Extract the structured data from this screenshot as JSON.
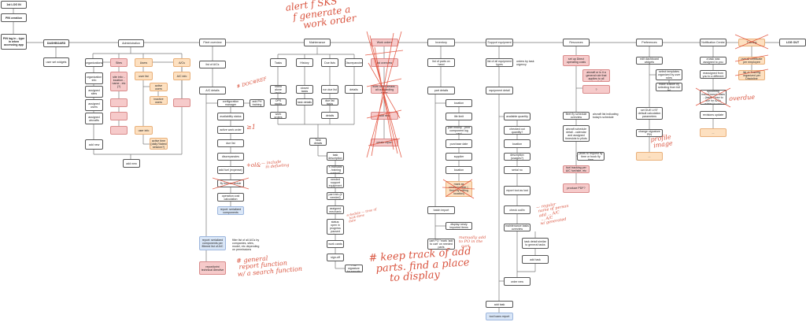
{
  "nodes": {
    "login1": "1st LOG IN",
    "pin_creation": "PIN creation",
    "pin_login": "PIN log in - type in when accessing app",
    "dashboard": "DASHBOARD",
    "user_widgets": "user set widgets",
    "administration": "Administration",
    "organizations": "organizations",
    "org_info": "organization info",
    "assigned_sites": "assigned sites",
    "assigned_users": "assigned users",
    "assigned_aircrafts": "assigned aircrafts",
    "org_add_new": "add new",
    "sites": "Sites",
    "site_info": "site info: - location - name - etc (?)",
    "site_blank1": "",
    "site_blank2": "",
    "site_blank3": "",
    "users": "Users",
    "user_list": "user list",
    "active_users": "active users",
    "inactive_users": "inactive users",
    "user_info": "user info",
    "active_time": "active time (daily?/latest session?)",
    "acs": "A/Cs",
    "ac_info": "A/C info",
    "ac_blank": "",
    "admin_add_new": "add new",
    "fleet_overview": "Fleet overview",
    "list_acs": "list of A/Cs",
    "ac_details": "A/C details",
    "config_manager": "configuration manager",
    "add_ph_training": "add PH training",
    "availability_status": "availability status",
    "active_work_order": "active work order",
    "due_list": "due list",
    "discrepancies_f": "discrepancies",
    "add_fuel": "add fuel (expense)",
    "fly_time_schedule": "fly time schedule",
    "operation_cost": "operation cost calculation",
    "report_serialized": "report: serialized components",
    "report_serialized_filtered": "report: serialized components per filtered list of A/C",
    "filter_note": "filter list of all A/Cs by companies, sites, model, etc depending on permissions",
    "report_td": "report/print technical directive",
    "maintenance": "Maintenance",
    "tasks": "Tasks",
    "history": "History",
    "due_lists": "Due lists",
    "discrepancies_m": "Discrepancies",
    "stand_alone_tasks": "stand alone tasks",
    "ops_packs": "OPS packs",
    "work_orders_sub": "work orders",
    "closed_tasks": "closed tasks",
    "task_details_h": "task details",
    "run_due_list": "run due list",
    "due_list_tasks": "due list tasks",
    "due_details": "details",
    "disc_details": "details",
    "task_details": "Task details",
    "task_description": "task description",
    "e_manuals": "e-manuals - training material",
    "support_equipment_needed": "needed support equipment",
    "part_info": "part info (if needed)",
    "assigned_mechanic": "assigned mechanic",
    "task_status": "task status: open in progress paused close",
    "work_cards": "work cards",
    "sign_off": "sign-off",
    "pin_signature": "PIN signature for security",
    "work_orders": "Work orders",
    "wo_list": "list overview",
    "wo_details": "work order details - all outstanding tasks",
    "wo_add_new": "add new",
    "wo_create_report": "create report",
    "inventory": "Inventory",
    "parts_on_hand": "list of parts on hand",
    "part_details": "part details",
    "inv_location": "location",
    "life_limit": "life limit",
    "part_history": "part history - print component log card",
    "purchase_date": "purchase date",
    "supplier": "supplier",
    "inv_location2": "location",
    "mark_unserviceable": "mark as unserviceable (- fixed by editing location)",
    "batch_import": "batch import",
    "display_imported": "display newly imported items",
    "cart_po": "cart PO \"mark 'add to cart' on needed parts",
    "support_equipment": "Support equipment",
    "equipment_types": "list of all equipment types",
    "orders_by_urgency": "orders by task urgency",
    "equipment_detail": "equipment detail",
    "available_quantity": "available quantity",
    "checked_out_quantity": "checked out quantity?",
    "se_location": "location",
    "se_description": "description (usages?)",
    "serial_no": "serial no",
    "report_tool_lost": "report tool as lost",
    "check_out_in": "check out/in",
    "maintenance_tasks_overview": "maintenance tasks overview",
    "task_detail_similar": "task detail similar to general tasks",
    "se_add_task": "add task",
    "order_new": "order new",
    "se_add_task2": "add task",
    "tool_loans_report": "tool loans report",
    "resources": "Resources",
    "direct_operating_costs": "set up Direct operating costs",
    "per_aircraft_question": "is this set per aircraft or is it a general rule that applies to all aircrafts?",
    "question_mark": "?",
    "fleet_fly_schedule": "fleet fly schedule overview",
    "aircraft_list_note": "aircraft list indicating today's schedule",
    "aircraft_schedule_detail": "aircraft schedule detail - calendar and assigned timeslots to pilots",
    "pilots_request": "pilots to request fly time or book fly time",
    "fuel_tracking": "fuel tracking per A/C fuel/site, etc",
    "produce_pdf": "produce PDF?",
    "preferences": "Preferences",
    "edit_dashboard_widgets": "edit dashboard widgets",
    "select_templates": "select templates organized by user roles",
    "make_custom": "make custom by selecting from full list",
    "due_list_params": "set DUE LIST default calculation parameters",
    "change_pin": "change signature PIN",
    "pref_more": "...",
    "notification_centre": "Notification Centre",
    "task_assigned": "a task was assigned to you",
    "task_reassigned": "a task was reassigned from you to a different person",
    "upcoming_tasks": "upcoming maintenance tasks - (tasks close to due for A/Cs related to you)",
    "revisions_update": "revisions update",
    "notif_more": "...",
    "training": "Training",
    "training_overdue": "overall certificate per employee",
    "training_list": "list of Training organized per Discipline",
    "logout": "LOG OUT"
  },
  "annotations": {
    "alert": "alert f SKS\n  f generate a\n     work order",
    "doc_ref": "# DOC#REF",
    "gte1": "≥1",
    "fuel_note": "+ol&",
    "defueling": "— include\n   in defueling",
    "general_report": "# general\n report function\nw/ a search function",
    "task_status_note": "schedule — time of\n  task done\n date",
    "keep_track": "# keep track of add\n  parts. find a place\n      to display",
    "manually_add": "manually add\nto PO in the\n  cart",
    "regular_name": "— regular\n name of person\n add ... A/C\n  ... A/C\n w/ generated",
    "profile_image": "profile\n image",
    "overdue": "overdue"
  }
}
